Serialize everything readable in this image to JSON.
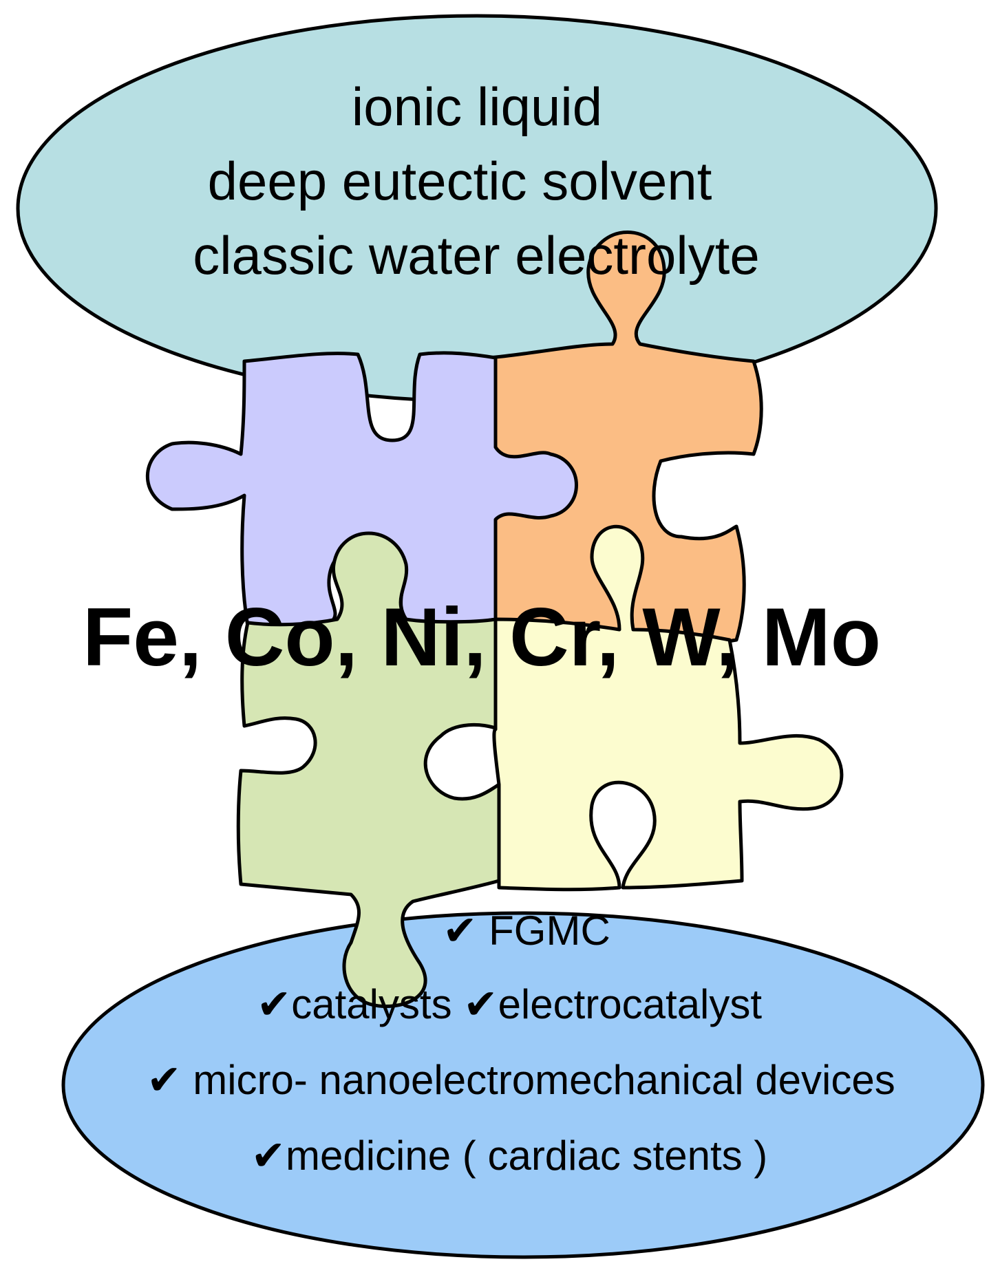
{
  "colors": {
    "top_ellipse": "#b7dfe3",
    "bottom_ellipse": "#9ccbf8",
    "piece_purple": "#cbcbfd",
    "piece_orange": "#fbbd84",
    "piece_green": "#d6e6b4",
    "piece_yellow": "#fcfccf",
    "outline": "#000000"
  },
  "solvents": {
    "line1": "ionic liquid",
    "line2": "deep eutectic solvent",
    "line3": "classic water electrolyte"
  },
  "metals": {
    "label": "Fe, Co, Ni, Cr, W, Mo"
  },
  "applications": {
    "item1": "✔ FGMC",
    "item2": "✔catalysts ✔electrocatalyst",
    "item3": "✔ micro- nanoelectromechanical devices",
    "item4": "✔medicine ( cardiac stents )"
  }
}
